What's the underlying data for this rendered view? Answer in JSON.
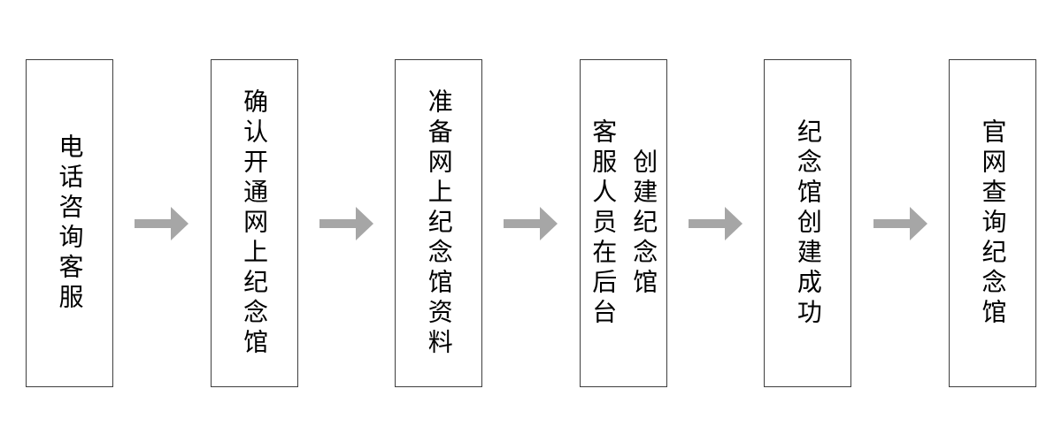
{
  "diagram": {
    "type": "flowchart",
    "direction": "left-to-right",
    "connector": "right-arrow",
    "steps": [
      {
        "label": "电话咨询客服"
      },
      {
        "label": "确认开通网上纪念馆"
      },
      {
        "label": "准备网上纪念馆资料"
      },
      {
        "label": "客服人员在后台\n创建纪念馆"
      },
      {
        "label": "纪念馆创建成功"
      },
      {
        "label": "官网查询纪念馆"
      }
    ],
    "colors": {
      "background": "#ffffff",
      "box_fill": "#ffffff",
      "box_border": "#3f3f3f",
      "arrow": "#a6a6a6",
      "text": "#000000"
    }
  }
}
